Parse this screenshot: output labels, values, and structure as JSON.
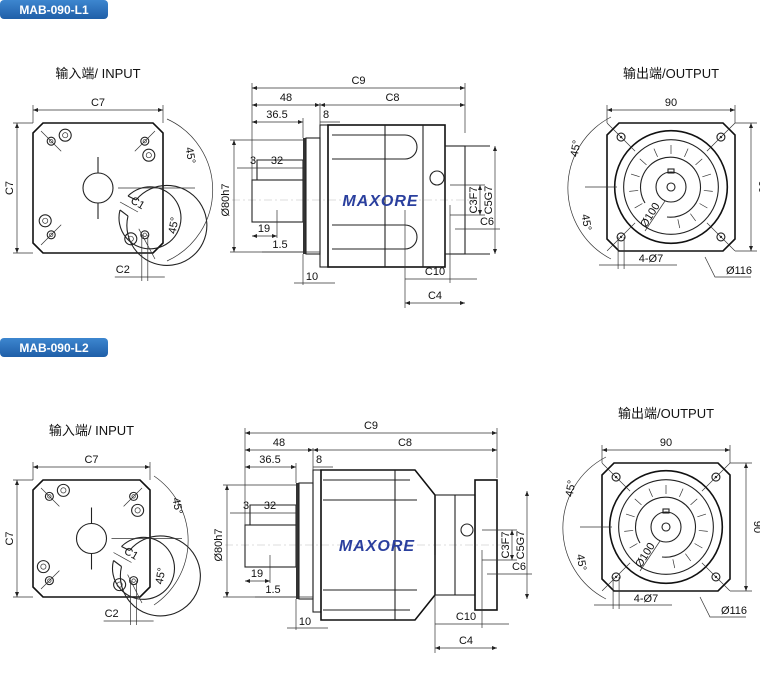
{
  "panels": [
    {
      "model": "MAB-090-L1",
      "input_title": "输入端/ INPUT",
      "output_title": "输出端/OUTPUT"
    },
    {
      "model": "MAB-090-L2",
      "input_title": "输入端/ INPUT",
      "output_title": "输出端/OUTPUT"
    }
  ],
  "dimensions": {
    "c7": "C7",
    "c1": "C1",
    "c2": "C2",
    "angle": "45°",
    "c9": "C9",
    "c8": "C8",
    "d48": "48",
    "d36_5": "36.5",
    "d8": "8",
    "d3": "3",
    "d32": "32",
    "d19": "19",
    "d1_5": "1.5",
    "d10": "10",
    "phi80": "Ø80h7",
    "c3": "C3F7",
    "c5": "C5G7",
    "c6": "C6",
    "c10": "C10",
    "c4": "C4",
    "w90": "90",
    "h90": "90",
    "phi100": "Ø100",
    "holes": "4-Ø7",
    "phi116": "Ø116"
  },
  "logo": "MAXORE",
  "colors": {
    "badge": "#1f5fa8",
    "logo": "#2a3f9e",
    "line": "#222222"
  }
}
